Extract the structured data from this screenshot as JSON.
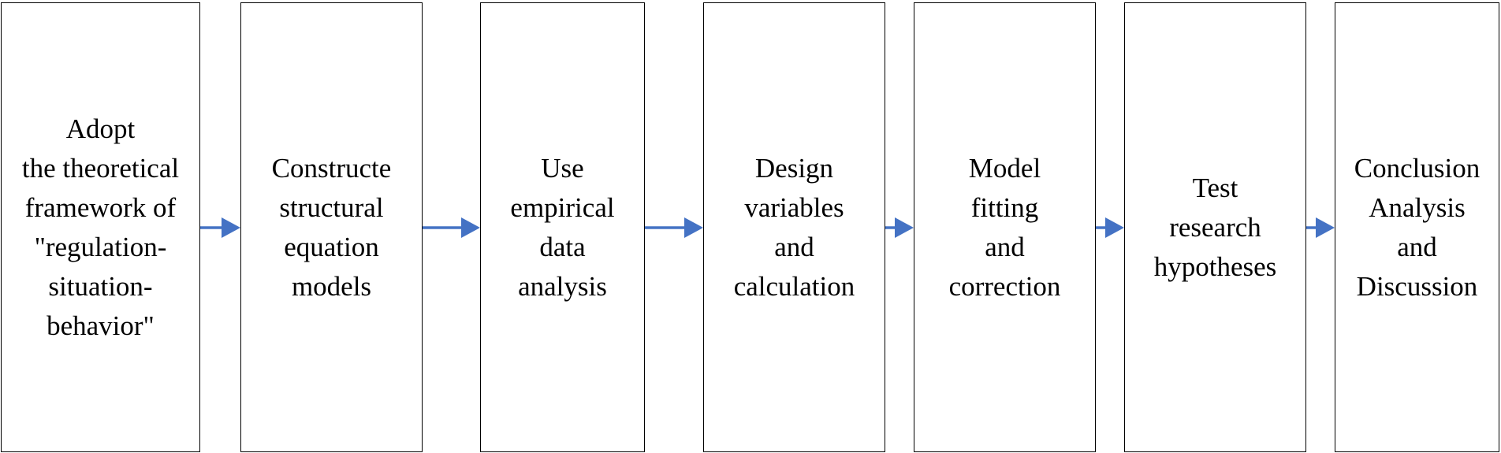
{
  "flow": {
    "steps": [
      {
        "label": "Adopt\nthe theoretical\nframework of\n\"regulation-\nsituation-\nbehavior\""
      },
      {
        "label": "Constructe\nstructural\nequation\nmodels"
      },
      {
        "label": "Use\nempirical\ndata\nanalysis"
      },
      {
        "label": "Design\nvariables\nand\ncalculation"
      },
      {
        "label": "Model\nfitting\nand\ncorrection"
      },
      {
        "label": "Test\nresearch\nhypotheses"
      },
      {
        "label": "Conclusion\nAnalysis\nand\nDiscussion"
      }
    ]
  },
  "colors": {
    "arrow": "#4472C4",
    "box_border": "#000000"
  }
}
